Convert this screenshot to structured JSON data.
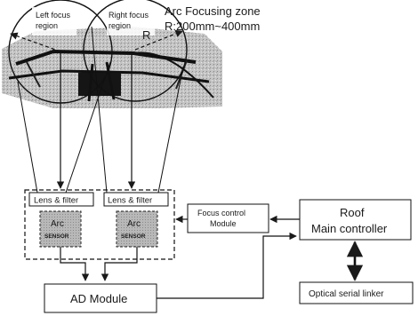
{
  "photo": {
    "left_region_label": "Left focus region",
    "right_region_label": "Right focus region",
    "zone_title": "Arc Focusing zone",
    "zone_range": "R:200mm~400mm",
    "radius_label": "R"
  },
  "sensors": {
    "left": {
      "lens_label": "Lens & filter",
      "arc_label": "Arc",
      "sensor_label": "SENSOR"
    },
    "right": {
      "lens_label": "Lens & filter",
      "arc_label": "Arc",
      "sensor_label": "SENSOR"
    }
  },
  "modules": {
    "focus_control": "Focus control Module",
    "roof_main_line1": "Roof",
    "roof_main_line2": "Main controller",
    "ad_module": "AD Module",
    "optical_linker": "Optical serial linker"
  }
}
